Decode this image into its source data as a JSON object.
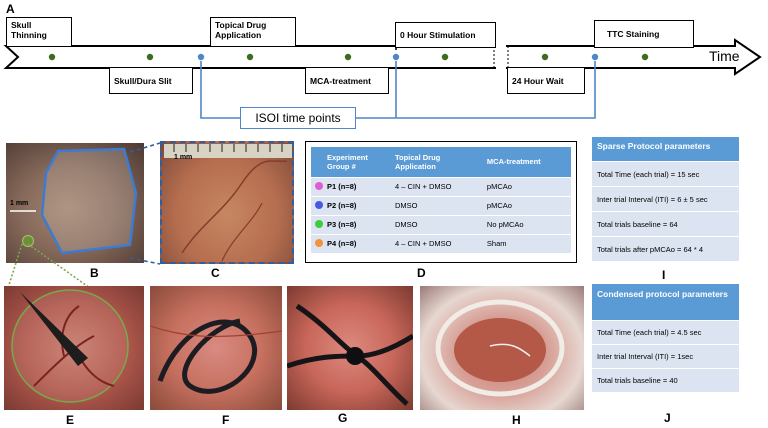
{
  "panel_labels": {
    "A": "A",
    "B": "B",
    "C": "C",
    "D": "D",
    "E": "E",
    "F": "F",
    "G": "G",
    "H": "H",
    "I": "I",
    "J": "J"
  },
  "timeline": {
    "axis_label": "Time",
    "steps_above": [
      "Skull\nThinning",
      "Topical Drug\nApplication",
      "0 Hour Stimulation",
      "TTC Staining"
    ],
    "steps_below": [
      "Skull/Dura Slit",
      "MCA-treatment",
      "24 Hour Wait"
    ],
    "isoi_label": "ISOI time points"
  },
  "scale_bars": {
    "b": "1 mm",
    "c": "1 mm"
  },
  "group_table": {
    "headers": [
      "Experiment\nGroup #",
      "Topical Drug\nApplication",
      "MCA-treatment"
    ],
    "rows": [
      {
        "group": "P1 (n=8)",
        "drug": "4 – CIN + DMSO",
        "mca": "pMCAo",
        "color": "#e35bd1"
      },
      {
        "group": "P2 (n=8)",
        "drug": "DMSO",
        "mca": "pMCAo",
        "color": "#4a57e0"
      },
      {
        "group": "P3 (n=8)",
        "drug": "DMSO",
        "mca": "No pMCAo",
        "color": "#3ccc3c"
      },
      {
        "group": "P4 (n=8)",
        "drug": "4 – CIN + DMSO",
        "mca": "Sham",
        "color": "#f0953a"
      }
    ]
  },
  "sparse": {
    "title": "Sparse Protocol parameters",
    "rows": [
      "Total Time (each trial) = 15 sec",
      "Inter trial Interval (ITI) = 6 ± 5 sec",
      "Total trials baseline = 64",
      "Total trials after pMCAo = 64 * 4"
    ]
  },
  "condensed": {
    "title": "Condensed protocol parameters",
    "rows": [
      "Total Time (each trial) = 4.5 sec",
      "Inter trial Interval (ITI) = 1sec",
      "Total trials baseline = 40"
    ]
  },
  "colors": {
    "timeline_dot": "#3e6b1f",
    "isoi_dot": "#4f86c9",
    "isoi_line": "#4f86c9",
    "table_header": "#5b9bd5",
    "table_row": "#dce4f2"
  }
}
